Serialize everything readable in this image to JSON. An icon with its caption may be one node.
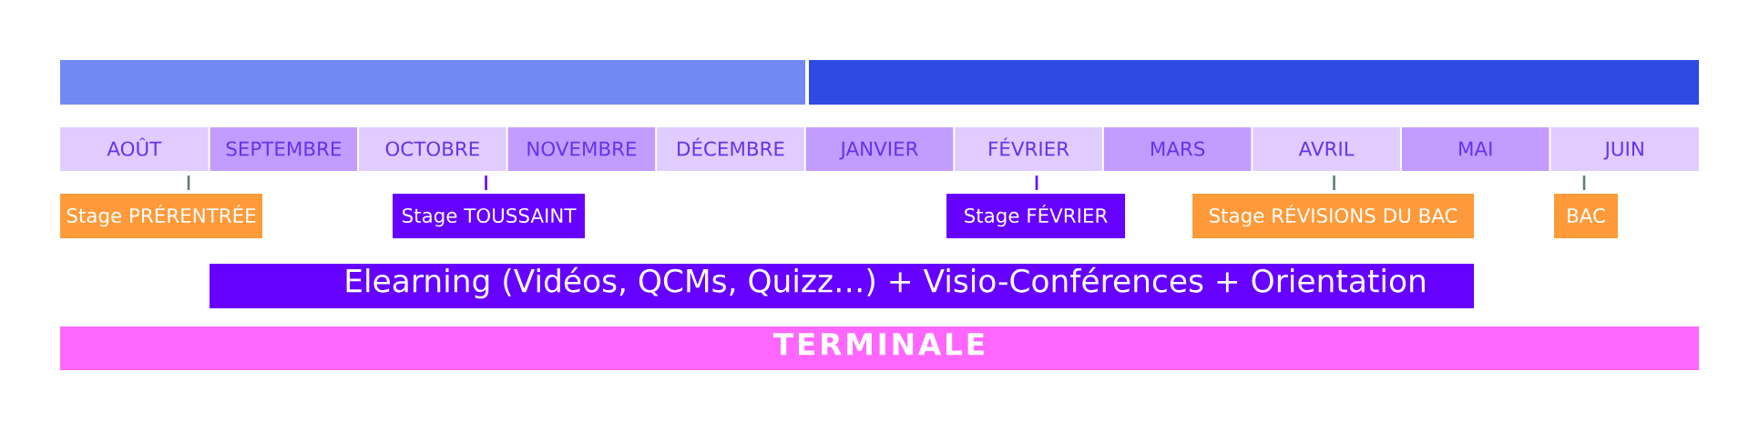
{
  "diagram": {
    "nodes": [
      {
        "text": [],
        "shape": "bar"
      },
      {
        "text": [],
        "shape": "bar"
      },
      {
        "text": [
          "AOÛT"
        ]
      },
      {
        "text": [
          "SEPTEMBRE"
        ]
      },
      {
        "text": [
          "OCTOBRE"
        ]
      },
      {
        "text": [
          "NOVEMBRE"
        ]
      },
      {
        "text": [
          "DÉCEMBRE"
        ]
      },
      {
        "text": [
          "JANVIER"
        ]
      },
      {
        "text": [
          "FÉVRIER"
        ]
      },
      {
        "text": [
          "MARS"
        ]
      },
      {
        "text": [
          "AVRIL"
        ]
      },
      {
        "text": [
          "MAI"
        ]
      },
      {
        "text": [
          "JUIN"
        ]
      },
      {
        "text": [
          "Stage PRÉRENTRÉE"
        ]
      },
      {
        "text": [
          "Stage TOUSSAINT"
        ]
      },
      {
        "text": [
          "Stage FÉVRIER"
        ]
      },
      {
        "text": [
          "Stage RÉVISIONS DU BAC"
        ]
      },
      {
        "text": [
          "BAC"
        ]
      },
      {
        "text": [
          "Elearning (Vidéos, QCMs, Quizz…) + Visio-Conférences + Orientation"
        ]
      },
      {
        "text": [
          "TERMINALE"
        ]
      }
    ],
    "edges": [
      {
        "from": 2,
        "to": 13,
        "arrow": "none"
      },
      {
        "from": 4,
        "to": 14,
        "arrow": "none",
        "color": "#6600ff"
      },
      {
        "from": 8,
        "to": 15,
        "arrow": "none",
        "color": "#6600ff"
      },
      {
        "from": 10,
        "to": 16,
        "arrow": "none"
      },
      {
        "from": 12,
        "to": 17,
        "arrow": "none"
      }
    ]
  }
}
